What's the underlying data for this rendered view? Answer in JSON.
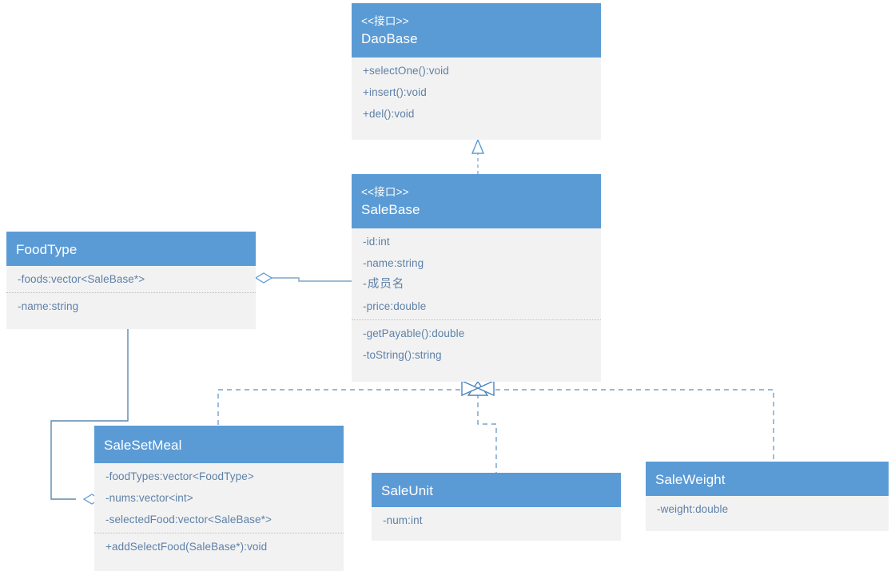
{
  "diagram": {
    "type": "uml-class-diagram",
    "title": "",
    "colors": {
      "header_fill": "#5B9BD5",
      "body_fill": "#F2F2F2",
      "header_text": "#FFFFFF",
      "member_text": "#5E81A8",
      "connector": "#7FA6C8",
      "divider": "#BFBFBF"
    }
  },
  "classes": {
    "dao_base": {
      "stereotype": "<<接口>>",
      "name": "DaoBase",
      "attributes": [],
      "methods": [
        "+selectOne():void",
        "+insert():void",
        "+del():void"
      ]
    },
    "sale_base": {
      "stereotype": "<<接口>>",
      "name": "SaleBase",
      "attributes": [
        "-id:int",
        "-name:string",
        "-成员名",
        "-price:double"
      ],
      "methods": [
        "-getPayable():double",
        "-toString():string"
      ]
    },
    "food_type": {
      "stereotype": "",
      "name": "FoodType",
      "attributes": [
        "-foods:vector<SaleBase*>"
      ],
      "methods": [
        "-name:string"
      ]
    },
    "sale_set_meal": {
      "stereotype": "",
      "name": "SaleSetMeal",
      "attributes": [
        "-foodTypes:vector<FoodType>",
        "-nums:vector<int>",
        "-selectedFood:vector<SaleBase*>"
      ],
      "methods": [
        "+addSelectFood(SaleBase*):void"
      ]
    },
    "sale_unit": {
      "stereotype": "",
      "name": "SaleUnit",
      "attributes": [
        "-num:int"
      ],
      "methods": []
    },
    "sale_weight": {
      "stereotype": "",
      "name": "SaleWeight",
      "attributes": [
        "-weight:double"
      ],
      "methods": []
    }
  },
  "relationships": [
    {
      "name": "salebase-realizes-daobase",
      "kind": "realization",
      "from": "SaleBase",
      "to": "DaoBase",
      "style": "dashed",
      "arrow": "hollow-triangle"
    },
    {
      "name": "foodtype-aggregates-salebase",
      "kind": "aggregation",
      "from": "FoodType",
      "to": "SaleBase",
      "style": "solid",
      "arrow": "hollow-diamond"
    },
    {
      "name": "salesetmeal-realizes-salebase",
      "kind": "realization",
      "from": "SaleSetMeal",
      "to": "SaleBase",
      "style": "dashed",
      "arrow": "hollow-triangle"
    },
    {
      "name": "saleunit-realizes-salebase",
      "kind": "realization",
      "from": "SaleUnit",
      "to": "SaleBase",
      "style": "dashed",
      "arrow": "hollow-triangle"
    },
    {
      "name": "saleweight-realizes-salebase",
      "kind": "realization",
      "from": "SaleWeight",
      "to": "SaleBase",
      "style": "dashed",
      "arrow": "hollow-triangle"
    },
    {
      "name": "salesetmeal-aggregates-foodtype",
      "kind": "aggregation",
      "from": "SaleSetMeal",
      "to": "FoodType",
      "style": "solid",
      "arrow": "hollow-diamond"
    }
  ]
}
